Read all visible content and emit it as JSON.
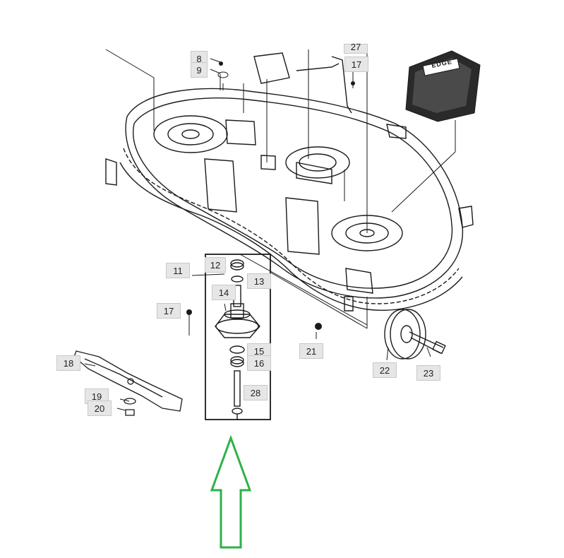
{
  "callouts": [
    {
      "id": "8",
      "text": "8"
    },
    {
      "id": "9",
      "text": "9"
    },
    {
      "id": "27",
      "text": "27"
    },
    {
      "id": "17a",
      "text": "17"
    },
    {
      "id": "11",
      "text": "11"
    },
    {
      "id": "12",
      "text": "12"
    },
    {
      "id": "13",
      "text": "13"
    },
    {
      "id": "14",
      "text": "14"
    },
    {
      "id": "17b",
      "text": "17"
    },
    {
      "id": "15",
      "text": "15"
    },
    {
      "id": "16",
      "text": "16"
    },
    {
      "id": "18",
      "text": "18"
    },
    {
      "id": "21",
      "text": "21"
    },
    {
      "id": "22",
      "text": "22"
    },
    {
      "id": "23",
      "text": "23"
    },
    {
      "id": "28",
      "text": "28"
    },
    {
      "id": "19",
      "text": "19"
    },
    {
      "id": "20",
      "text": "20"
    }
  ],
  "shield_logo_text": "EDGE",
  "colors": {
    "line": "#1a1a1a",
    "label_bg": "#e6e6e6",
    "arrow": "#2db24a",
    "shield": "#2a2a2a"
  }
}
